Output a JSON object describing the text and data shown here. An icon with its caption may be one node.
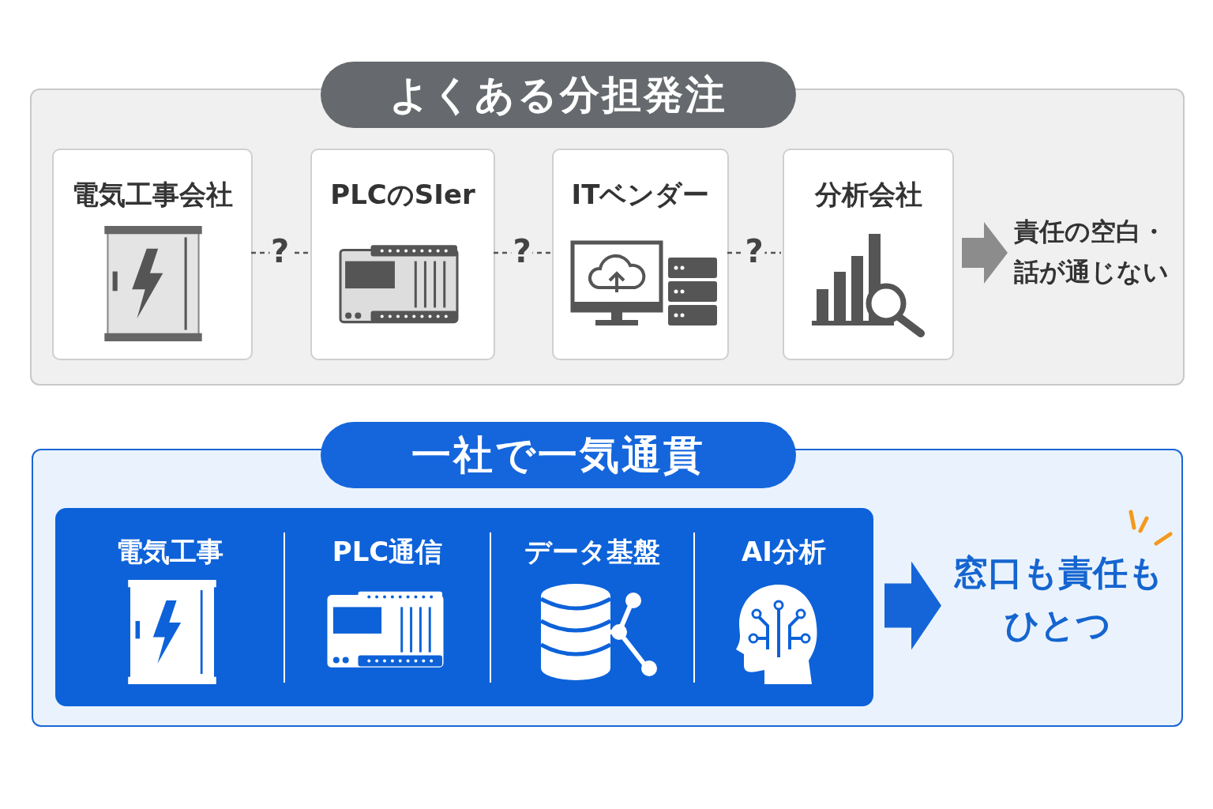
{
  "diagram": {
    "nodes": [
      {
        "text": [
          "よくある分担発注"
        ]
      },
      {
        "text": [
          "電気工事会社"
        ],
        "in": 0
      },
      {
        "text": [
          "PLCのSIer"
        ],
        "in": 0
      },
      {
        "text": [
          "ITベンダー"
        ],
        "in": 0
      },
      {
        "text": [
          "分析会社"
        ],
        "in": 0
      },
      {
        "text": [
          "責任の空白・話が通じない"
        ],
        "in": 0
      },
      {
        "text": [
          "一社で一気通貫"
        ]
      },
      {
        "text": [],
        "shape": "box",
        "in": 6
      },
      {
        "text": [
          "電気工事"
        ],
        "in": 7
      },
      {
        "text": [
          "PLC通信"
        ],
        "in": 7
      },
      {
        "text": [
          "データ基盤"
        ],
        "in": 7
      },
      {
        "text": [
          "AI分析"
        ],
        "in": 7
      },
      {
        "text": [
          "窓口も責任もひとつ"
        ],
        "in": 6
      }
    ],
    "edges": [
      {
        "from": 1,
        "to": 2,
        "arrow": "none",
        "label": "?",
        "style": "dashed"
      },
      {
        "from": 2,
        "to": 3,
        "arrow": "none",
        "label": "?",
        "style": "dashed"
      },
      {
        "from": 3,
        "to": 4,
        "arrow": "none",
        "label": "?",
        "style": "dashed"
      },
      {
        "from": 4,
        "to": 5,
        "arrow": "to",
        "style": "thick",
        "color": "#8c8c8c"
      },
      {
        "from": 7,
        "to": 12,
        "arrow": "to",
        "style": "thick",
        "color": "#1565d8"
      }
    ]
  }
}
